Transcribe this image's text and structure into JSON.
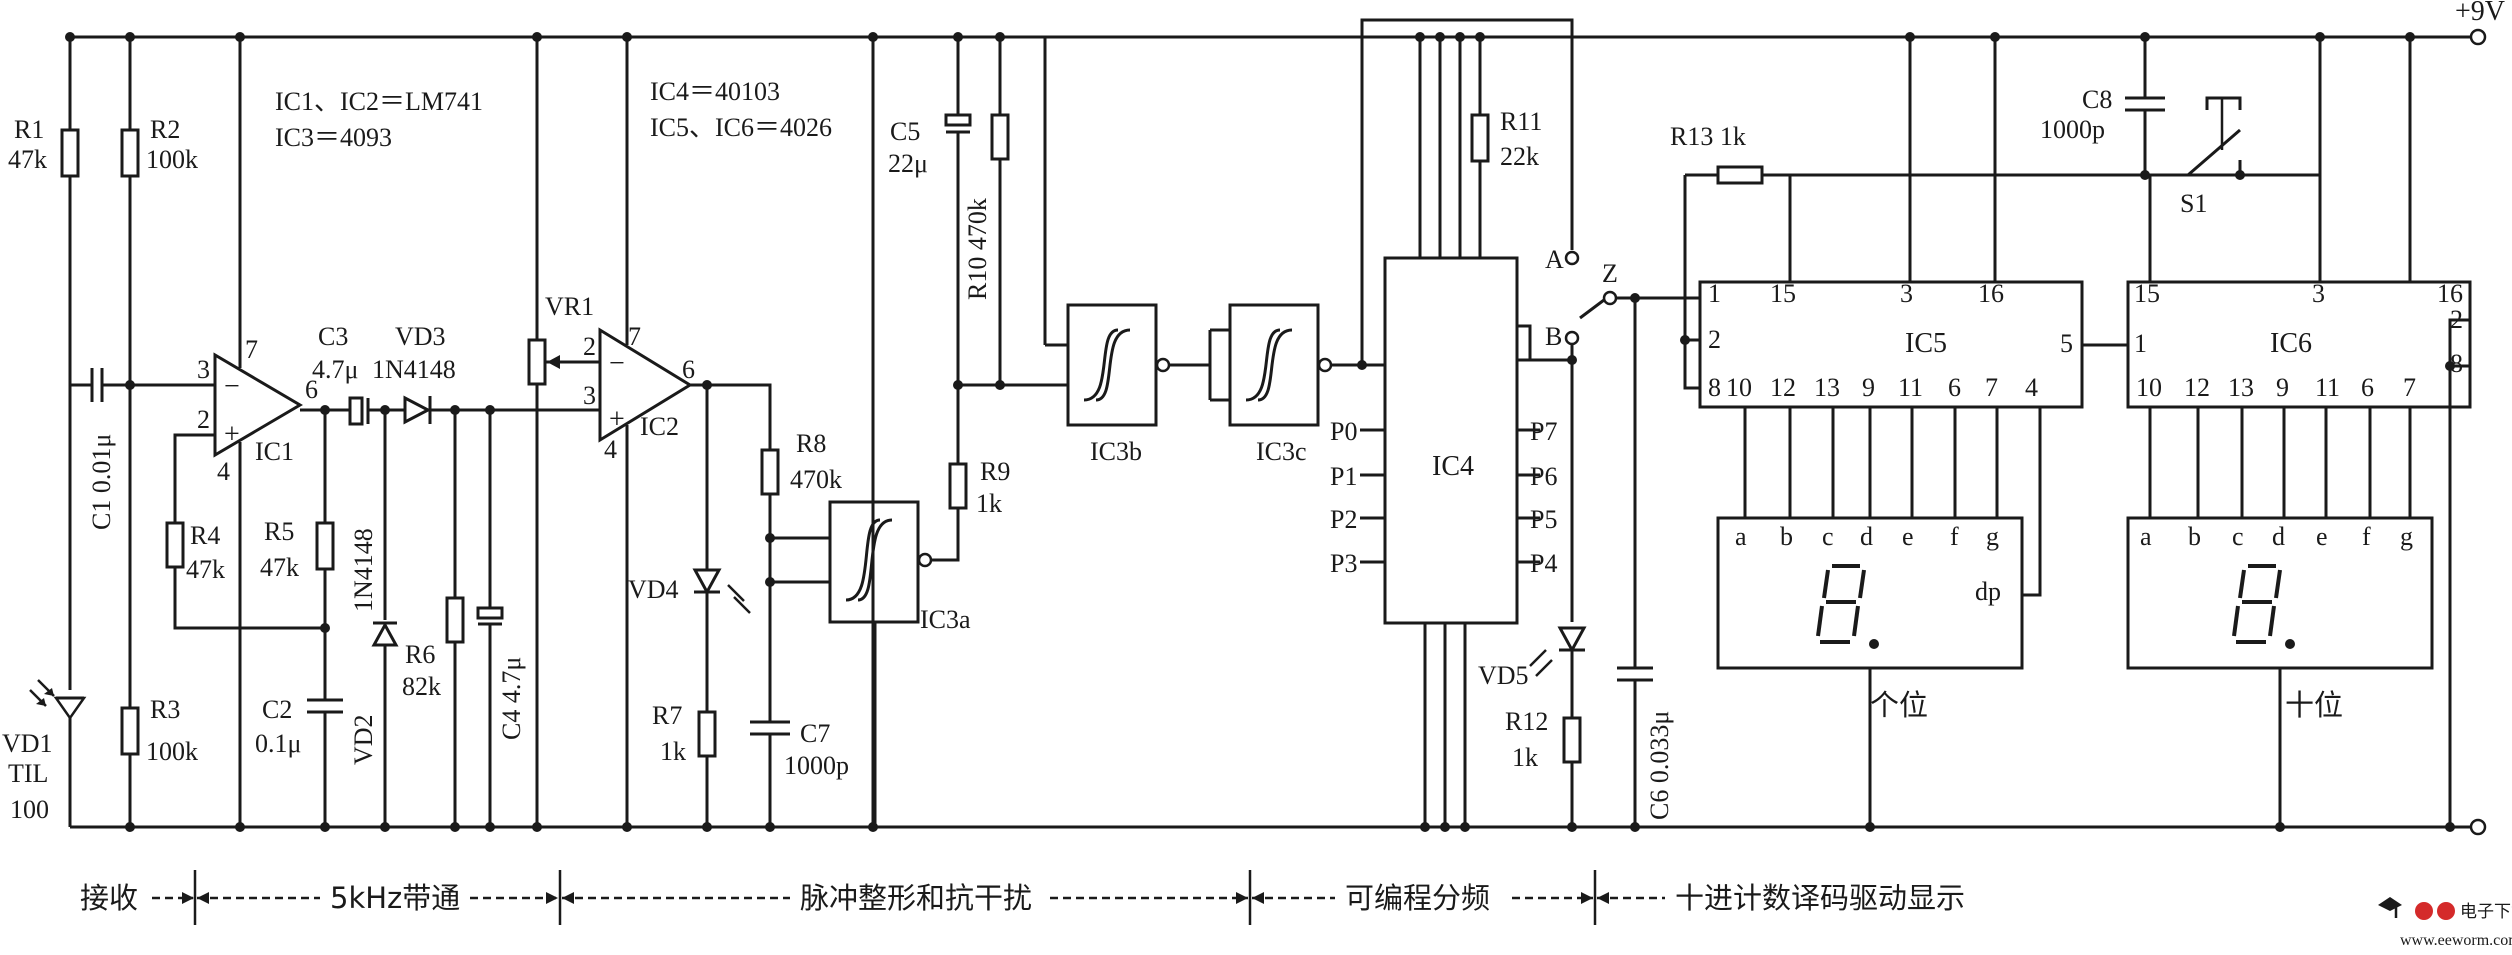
{
  "supply": "+9V",
  "notes": {
    "ic12": "IC1、IC2＝LM741",
    "ic3": "IC3＝4093",
    "ic4": "IC4＝40103",
    "ic56": "IC5、IC6＝4026"
  },
  "components": {
    "R1": {
      "name": "R1",
      "value": "47k"
    },
    "R2": {
      "name": "R2",
      "value": "100k"
    },
    "R3": {
      "name": "R3",
      "value": "100k"
    },
    "R4": {
      "name": "R4",
      "value": "47k"
    },
    "R5": {
      "name": "R5",
      "value": "47k"
    },
    "R6": {
      "name": "R6",
      "value": "82k"
    },
    "R7": {
      "name": "R7",
      "value": "1k"
    },
    "R8": {
      "name": "R8",
      "value": "470k"
    },
    "R9": {
      "name": "R9",
      "value": "1k"
    },
    "R10": {
      "name": "R10",
      "value": "470k"
    },
    "R11": {
      "name": "R11",
      "value": "22k"
    },
    "R12": {
      "name": "R12",
      "value": "1k"
    },
    "R13": {
      "name": "R13",
      "value": "1k"
    },
    "C1": {
      "name": "C1",
      "value": "0.01μ"
    },
    "C2": {
      "name": "C2",
      "value": "0.1μ"
    },
    "C3": {
      "name": "C3",
      "value": "4.7μ"
    },
    "C4": {
      "name": "C4",
      "value": "4.7μ"
    },
    "C5": {
      "name": "C5",
      "value": "22μ"
    },
    "C6": {
      "name": "C6",
      "value": "0.033μ"
    },
    "C7": {
      "name": "C7",
      "value": "1000p"
    },
    "C8": {
      "name": "C8",
      "value": "1000p"
    },
    "VR1": {
      "name": "VR1"
    },
    "VD1": {
      "name": "VD1",
      "type": "TIL",
      "num": "100"
    },
    "VD2": {
      "name": "VD2",
      "type": "1N4148"
    },
    "VD3": {
      "name": "VD3",
      "type": "1N4148"
    },
    "VD4": {
      "name": "VD4"
    },
    "VD5": {
      "name": "VD5"
    },
    "S1": {
      "name": "S1"
    },
    "IC1": {
      "name": "IC1"
    },
    "IC2": {
      "name": "IC2"
    },
    "IC3a": {
      "name": "IC3a"
    },
    "IC3b": {
      "name": "IC3b"
    },
    "IC3c": {
      "name": "IC3c"
    },
    "IC4": {
      "name": "IC4"
    },
    "IC5": {
      "name": "IC5"
    },
    "IC6": {
      "name": "IC6"
    }
  },
  "opamp_pins": {
    "inv": "2",
    "noninv": "3",
    "out": "6",
    "vplus": "7",
    "vminus": "4",
    "minus_sign": "−",
    "plus_sign": "+"
  },
  "ic4_pins": {
    "left": [
      "P0",
      "P1",
      "P2",
      "P3"
    ],
    "right": [
      "P7",
      "P6",
      "P5",
      "P4"
    ]
  },
  "switch_labels": {
    "a": "A",
    "b": "B",
    "z": "Z"
  },
  "ic5_pins": {
    "top": [
      "1",
      "15",
      "3",
      "16"
    ],
    "left": [
      "2",
      "8"
    ],
    "right": "5",
    "bottom": [
      "10",
      "12",
      "13",
      "9",
      "11",
      "6",
      "7",
      "4"
    ]
  },
  "ic6_pins": {
    "top": [
      "15",
      "3",
      "16"
    ],
    "left": "1",
    "right": [
      "2",
      "8"
    ],
    "bottom": [
      "10",
      "12",
      "13",
      "9",
      "11",
      "6",
      "7"
    ]
  },
  "display_segments": [
    "a",
    "b",
    "c",
    "d",
    "e",
    "f",
    "g"
  ],
  "dp_label": "dp",
  "digit_ones": "个位",
  "digit_tens": "十位",
  "sections": [
    "接收",
    "5kHz带通",
    "脉冲整形和抗干扰",
    "可编程分频",
    "十进计数译码驱动显示"
  ],
  "watermark": {
    "title": "电子下载站",
    "url": "www.eeworm.com"
  }
}
